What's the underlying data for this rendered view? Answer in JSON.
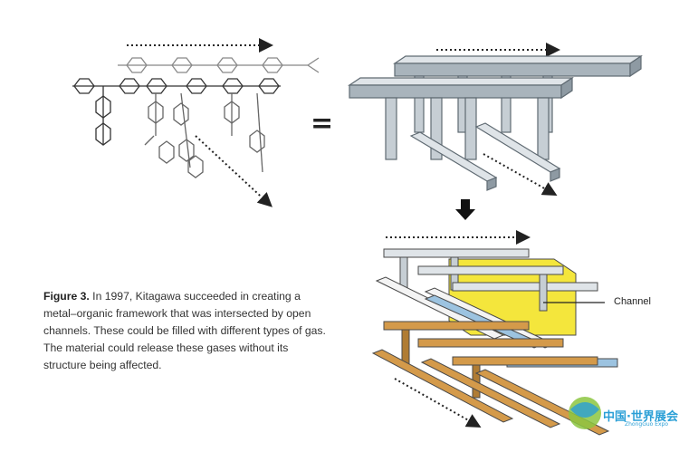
{
  "caption": {
    "bold": "Figure 3.",
    "text": " In 1997, Kitagawa succeeded in creating a metal–organic framework that was intersected by open channels. These could be filled with different types of gas. The material could release these gases without its structure being affected."
  },
  "labels": {
    "equals": "=",
    "channel": "Channel"
  },
  "watermark": {
    "text": "中国·世界展会",
    "sub": "ZhongGuo Expo"
  },
  "colors": {
    "beam_top": "#dfe4e8",
    "beam_side": "#a9b4bc",
    "beam_edge": "#5f6a72",
    "channel": "#f2e21a",
    "lower_layer": "#d49a4a",
    "mid_blue": "#9cc3e0"
  },
  "icons": [
    "down-arrow-icon",
    "dotted-direction-arrow-icon"
  ]
}
